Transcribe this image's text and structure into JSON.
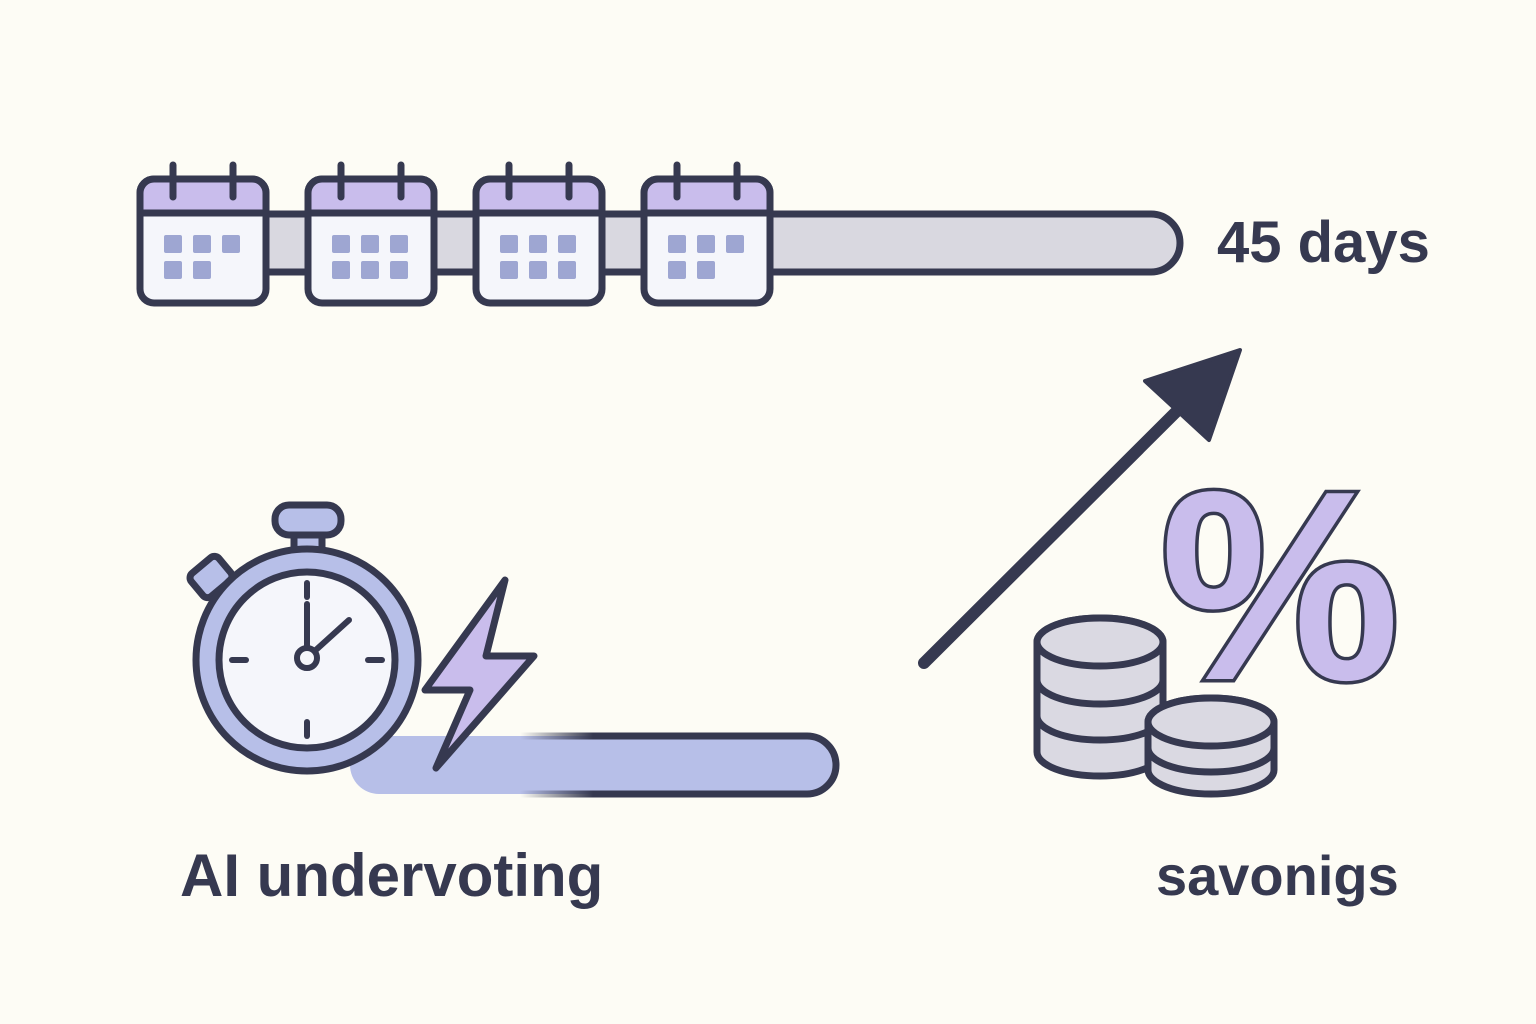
{
  "duration": {
    "label": "45 days",
    "calendar_count": 4,
    "calendar_icon": "calendar-icon"
  },
  "ai": {
    "label": "AI undervoting",
    "timer_icon": "stopwatch-icon",
    "speed_icon": "lightning-icon"
  },
  "savings": {
    "label": "savonigs",
    "percent_symbol": "%",
    "coins_icon": "coin-stack-icon",
    "trend_icon": "arrow-up-right-icon"
  },
  "colors": {
    "background": "#fdfcf5",
    "outline": "#363950",
    "accent_purple": "#c9bdec",
    "accent_blue": "#b7bfe8",
    "track_gray": "#d9d8e0",
    "coin_gray": "#dad9e2"
  }
}
